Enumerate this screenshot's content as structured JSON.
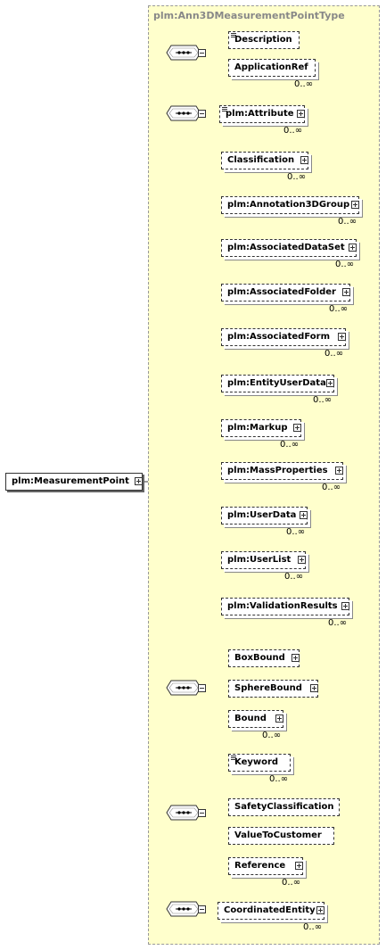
{
  "root": {
    "label": "plm:MeasurementPoint"
  },
  "type_name": "plm:Ann3DMeasurementPointType",
  "groups": [
    {
      "id": "g1",
      "elements": [
        {
          "label": "Description",
          "card": "",
          "doc": true,
          "expand": false,
          "many": false
        },
        {
          "label": "ApplicationRef",
          "card": "0..∞",
          "doc": false,
          "expand": false,
          "many": true
        }
      ]
    },
    {
      "id": "g2",
      "elements": [
        {
          "label": "plm:Attribute",
          "card": "0..∞",
          "doc": true,
          "expand": true,
          "many": true
        },
        {
          "label": "Classification",
          "card": "0..∞",
          "doc": false,
          "expand": true,
          "many": true
        },
        {
          "label": "plm:Annotation3DGroup",
          "card": "0..∞",
          "doc": false,
          "expand": true,
          "many": true
        },
        {
          "label": "plm:AssociatedDataSet",
          "card": "0..∞",
          "doc": false,
          "expand": true,
          "many": true
        },
        {
          "label": "plm:AssociatedFolder",
          "card": "0..∞",
          "doc": false,
          "expand": true,
          "many": true
        },
        {
          "label": "plm:AssociatedForm",
          "card": "0..∞",
          "doc": false,
          "expand": true,
          "many": true
        },
        {
          "label": "plm:EntityUserData",
          "card": "0..∞",
          "doc": false,
          "expand": true,
          "many": true
        },
        {
          "label": "plm:Markup",
          "card": "0..∞",
          "doc": false,
          "expand": true,
          "many": true
        },
        {
          "label": "plm:MassProperties",
          "card": "0..∞",
          "doc": false,
          "expand": true,
          "many": true
        },
        {
          "label": "plm:UserData",
          "card": "0..∞",
          "doc": false,
          "expand": true,
          "many": true
        },
        {
          "label": "plm:UserList",
          "card": "0..∞",
          "doc": false,
          "expand": true,
          "many": true
        },
        {
          "label": "plm:ValidationResults",
          "card": "0..∞",
          "doc": false,
          "expand": true,
          "many": true
        }
      ]
    },
    {
      "id": "g3",
      "elements": [
        {
          "label": "BoxBound",
          "card": "",
          "doc": false,
          "expand": true,
          "many": false
        },
        {
          "label": "SphereBound",
          "card": "",
          "doc": false,
          "expand": true,
          "many": false
        },
        {
          "label": "Bound",
          "card": "0..∞",
          "doc": false,
          "expand": true,
          "many": true
        }
      ]
    },
    {
      "id": "g4",
      "elements": [
        {
          "label": "Keyword",
          "card": "0..∞",
          "doc": true,
          "expand": false,
          "many": true
        },
        {
          "label": "SafetyClassification",
          "card": "",
          "doc": false,
          "expand": false,
          "many": false
        },
        {
          "label": "ValueToCustomer",
          "card": "",
          "doc": false,
          "expand": false,
          "many": false
        },
        {
          "label": "Reference",
          "card": "0..∞",
          "doc": false,
          "expand": true,
          "many": true
        }
      ]
    },
    {
      "id": "g5",
      "elements": [
        {
          "label": "CoordinatedEntity",
          "card": "0..∞",
          "doc": false,
          "expand": true,
          "many": true
        }
      ]
    }
  ]
}
